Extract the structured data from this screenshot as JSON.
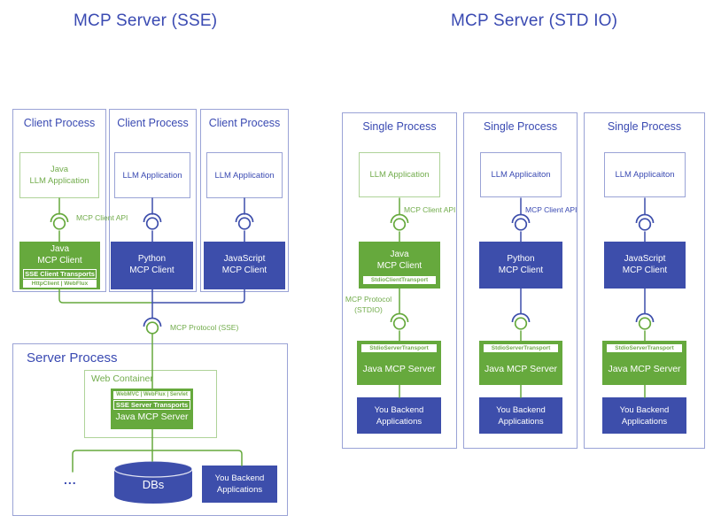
{
  "colors": {
    "green": "#66A93D",
    "green_text": "#72AC4C",
    "green_border_light": "#AFD399",
    "indigo": "#3D4EAB",
    "indigo_text": "#3A4AB2",
    "indigo_border_light": "#9AA3D6"
  },
  "sse": {
    "title": "MCP Server (SSE)",
    "client_api_label": "MCP Client API",
    "protocol_label": "MCP Protocol (SSE)",
    "clients": [
      {
        "header": "Client Process",
        "app_line1": "Java",
        "app_line2": "LLM Application",
        "client_line1": "Java",
        "client_line2": "MCP Client",
        "transports_bar": "SSE Client Transports",
        "impl_bar": "HttpClient | WebFlux"
      },
      {
        "header": "Client Process",
        "app_line1": "LLM Application",
        "client_line1": "Python",
        "client_line2": "MCP Client"
      },
      {
        "header": "Client Process",
        "app_line1": "LLM Application",
        "client_line1": "JavaScript",
        "client_line2": "MCP Client"
      }
    ],
    "server": {
      "header": "Server Process",
      "web_container_label": "Web Container",
      "framework_bar": "WebMVC | WebFlux | Servlet",
      "transports_bar": "SSE Server Transports",
      "server_name": "Java MCP Server",
      "ellipsis": "...",
      "db_label": "DBs",
      "backend_line1": "You Backend",
      "backend_line2": "Applications"
    }
  },
  "stdio": {
    "title": "MCP Server (STD IO)",
    "client_api_label": "MCP Client API",
    "protocol_line1": "MCP Protocol",
    "protocol_line2": "(STDIO)",
    "processes": [
      {
        "header": "Single Process",
        "app_line1": "LLM Application",
        "client_line1": "Java",
        "client_line2": "MCP Client",
        "client_transport_bar": "StdioClientTransport",
        "server_transport_bar": "StdioServerTransport",
        "server_name": "Java MCP Server",
        "backend_line1": "You Backend",
        "backend_line2": "Applications"
      },
      {
        "header": "Single Process",
        "app_line1": "LLM Applicaiton",
        "client_line1": "Python",
        "client_line2": "MCP Client",
        "server_transport_bar": "StdioServerTransport",
        "server_name": "Java MCP Server",
        "backend_line1": "You Backend",
        "backend_line2": "Applications"
      },
      {
        "header": "Single Process",
        "app_line1": "LLM Applicaiton",
        "client_line1": "JavaScript",
        "client_line2": "MCP Client",
        "server_transport_bar": "StdioServerTransport",
        "server_name": "Java MCP Server",
        "backend_line1": "You Backend",
        "backend_line2": "Applications"
      }
    ]
  }
}
